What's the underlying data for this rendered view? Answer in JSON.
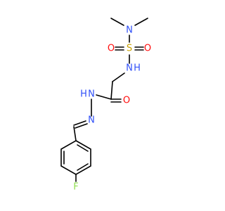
{
  "molecule": {
    "atoms": {
      "n_dimethyl": "N",
      "s_sulfonyl": "S",
      "o_left": "O",
      "o_right": "O",
      "n_amide": "N",
      "h_amide": "H",
      "o_carbonyl": "O",
      "n_hydrazide": "N",
      "h_hydrazide": "H",
      "n_imine": "N",
      "f_fluoro": "F"
    },
    "colors": {
      "carbon": "#000000",
      "nitrogen": "#3050F8",
      "oxygen": "#FF0D0D",
      "sulfur": "#C8A000",
      "fluorine": "#90E050"
    }
  }
}
